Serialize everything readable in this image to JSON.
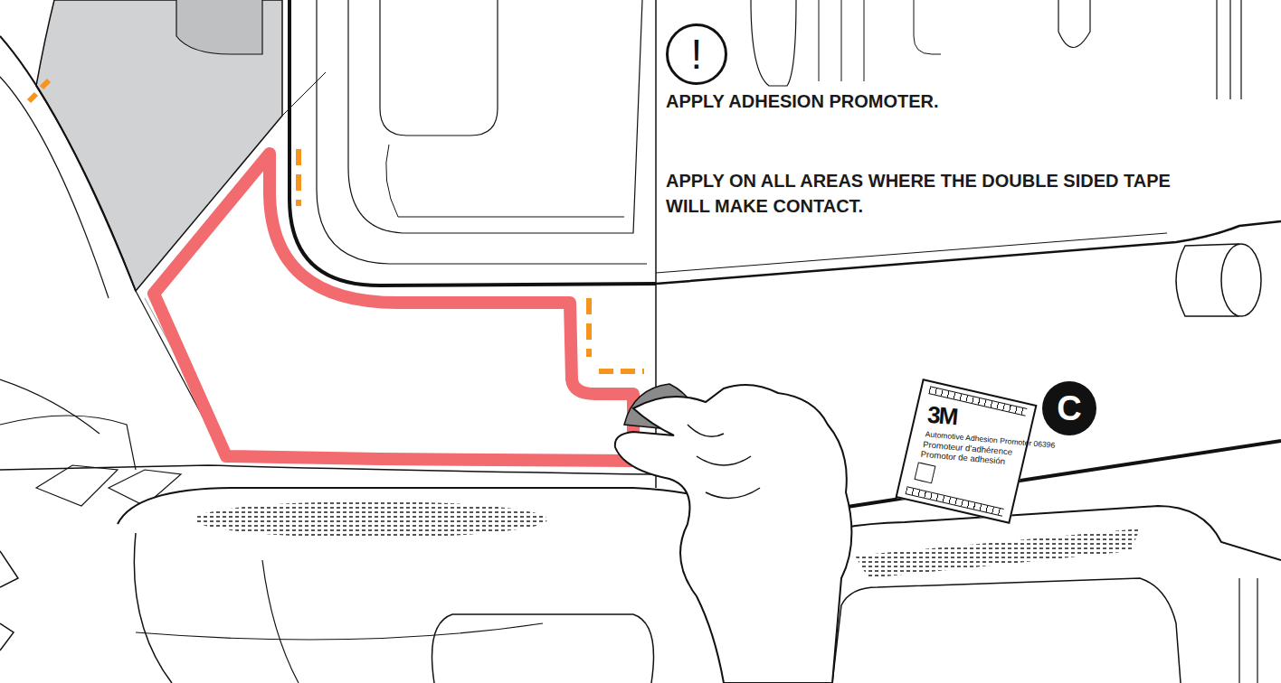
{
  "diagram": {
    "nodes": [
      {
        "text": [
          "!"
        ]
      },
      {
        "text": [
          "3M",
          "Automotive Adhesion Promoter 06396",
          "Promoteur d'adhérence",
          "Promotor de adhesión"
        ]
      },
      {
        "text": [
          "C"
        ]
      }
    ],
    "labels": [
      "APPLY ADHESION PROMOTER.",
      "APPLY ON ALL AREAS WHERE THE DOUBLE SIDED TAPE WILL MAKE CONTACT."
    ]
  }
}
